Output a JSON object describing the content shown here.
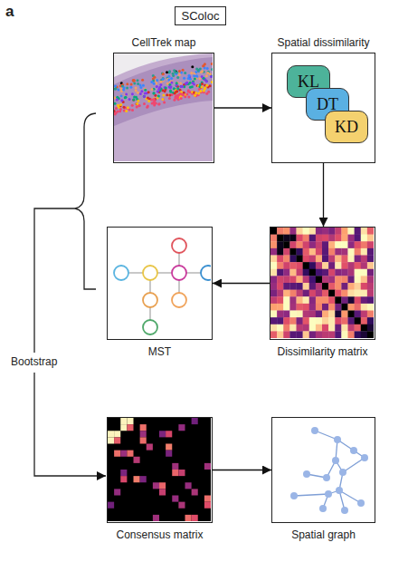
{
  "diagram": {
    "nodes": [
      {
        "text": [
          "SColoc"
        ]
      },
      {
        "text": [
          "CellTrek map"
        ]
      },
      {
        "text": [
          "Spatial dissimilarity"
        ]
      },
      {
        "text": [
          "KL"
        ],
        "in": 2
      },
      {
        "text": [
          "DT"
        ],
        "in": 2
      },
      {
        "text": [
          "KD"
        ],
        "in": 2
      },
      {
        "text": [
          "Dissimilarity matrix"
        ]
      },
      {
        "text": [
          "MST"
        ]
      },
      {
        "text": [
          "Consensus matrix"
        ]
      },
      {
        "text": [
          "Spatial graph"
        ]
      }
    ],
    "edges": [
      {
        "from": 1,
        "to": 2,
        "arrow": "to"
      },
      {
        "from": 2,
        "to": 6,
        "arrow": "to"
      },
      {
        "from": 6,
        "to": 7,
        "arrow": "to"
      },
      {
        "from": 8,
        "to": 9,
        "arrow": "to"
      }
    ],
    "labels": [
      "a",
      "Bootstrap"
    ]
  }
}
